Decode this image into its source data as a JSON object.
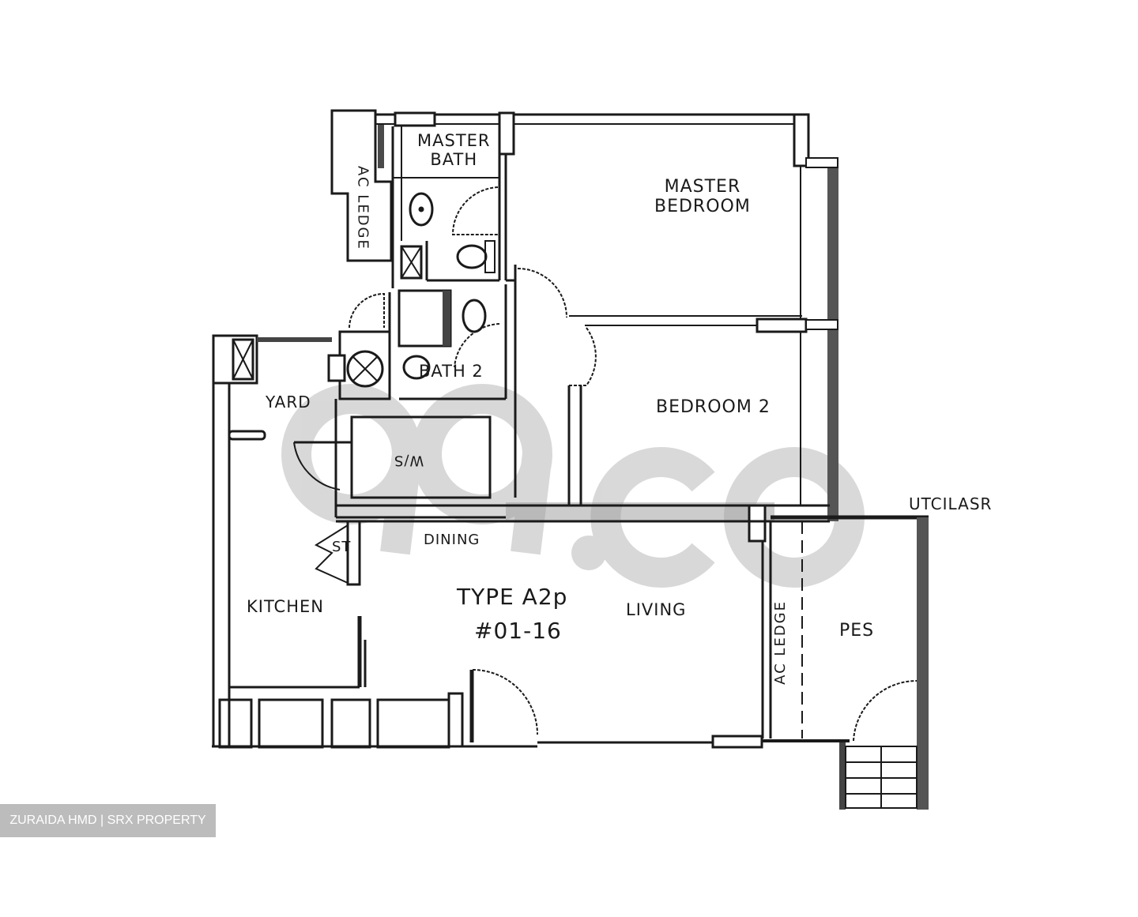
{
  "plan": {
    "unit_type": "TYPE A2p",
    "unit_number": "#01-16",
    "rooms": [
      {
        "id": "master-bath",
        "label_lines": [
          "MASTER",
          "BATH"
        ]
      },
      {
        "id": "master-bedroom",
        "label_lines": [
          "MASTER",
          "BEDROOM"
        ]
      },
      {
        "id": "ac-ledge-top",
        "label": "AC LEDGE"
      },
      {
        "id": "bath-2",
        "label": "BATH 2"
      },
      {
        "id": "bedroom-2",
        "label": "BEDROOM 2"
      },
      {
        "id": "yard",
        "label": "YARD"
      },
      {
        "id": "ws",
        "label": "W/S"
      },
      {
        "id": "dining",
        "label": "DINING"
      },
      {
        "id": "st",
        "label": "ST"
      },
      {
        "id": "kitchen",
        "label": "KITCHEN"
      },
      {
        "id": "living",
        "label": "LIVING"
      },
      {
        "id": "ac-ledge-right",
        "label": "AC LEDGE"
      },
      {
        "id": "pes",
        "label": "PES"
      },
      {
        "id": "planter",
        "label": "UTCILASR"
      }
    ]
  },
  "watermark": {
    "text": "99.co",
    "color": "#c8c8c8"
  },
  "credit": {
    "text": "ZURAIDA HMD | SRX PROPERTY",
    "background": "#bcbcbc"
  },
  "colors": {
    "line": "#1a1a1a",
    "wall_fill": "#6b6b6b",
    "background": "#ffffff"
  }
}
